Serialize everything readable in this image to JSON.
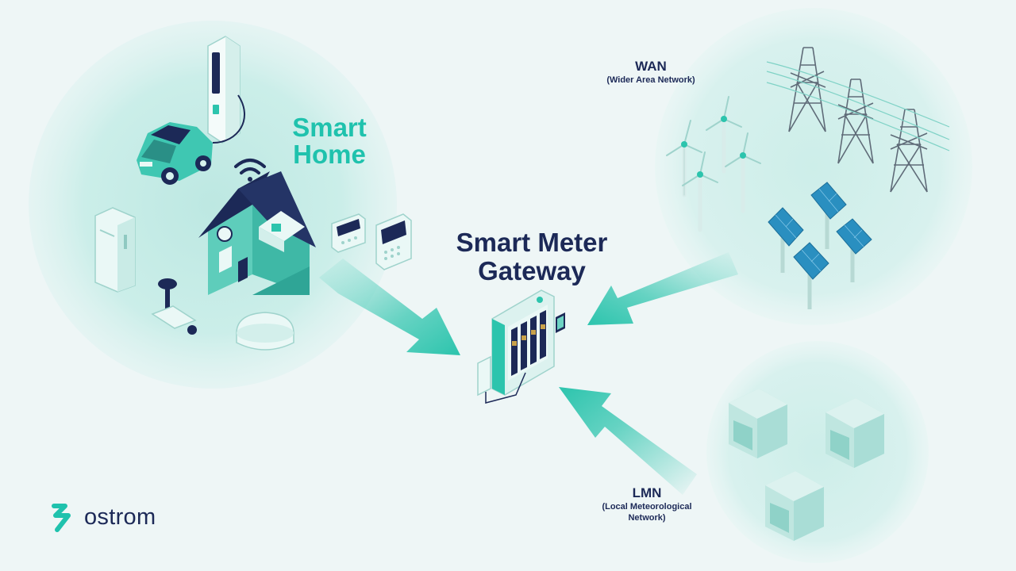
{
  "labels": {
    "smart_home": "Smart Home",
    "gateway": "Smart Meter Gateway",
    "wan_title": "WAN",
    "wan_sub": "(Wider Area Network)",
    "lmn_title": "LMN",
    "lmn_sub_line1": "(Local Meteorological",
    "lmn_sub_line2": "Network)"
  },
  "brand": {
    "name": "ostrom"
  },
  "colors": {
    "teal": "#1fc2ad",
    "navy": "#1c2957",
    "background": "#eef6f6",
    "circle": "#c8ece7"
  },
  "icons": [
    "wifi-icon",
    "ostrom-logo-icon"
  ]
}
